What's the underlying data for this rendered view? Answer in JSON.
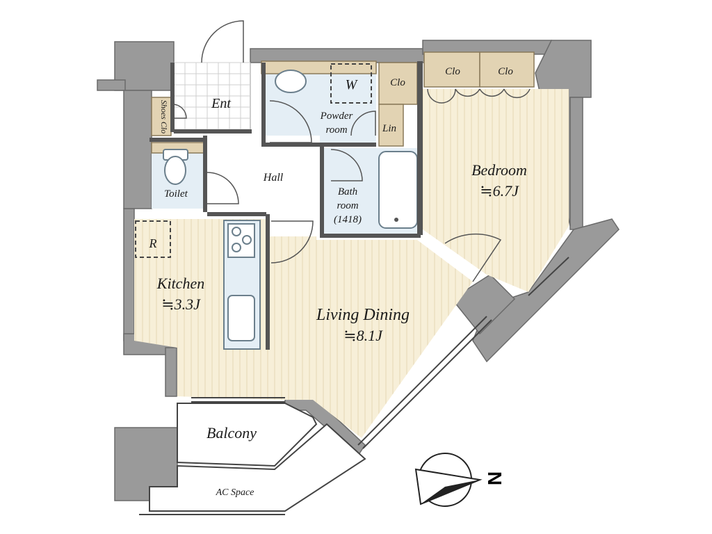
{
  "rooms": {
    "entrance": "Ent",
    "shoes_closet": "Shoes Clo",
    "toilet": "Toilet",
    "hall": "Hall",
    "washer": "W",
    "powder_room": [
      "Powder",
      "room"
    ],
    "linen": "Lin",
    "closet": "Clo",
    "bedroom_closet_1": "Clo",
    "bedroom_closet_2": "Clo",
    "bath_room": [
      "Bath",
      "room",
      "(1418)"
    ],
    "bedroom": "Bedroom",
    "bedroom_size": "≒6.7J",
    "refrigerator": "R",
    "kitchen": "Kitchen",
    "kitchen_size": "≒3.3J",
    "living_dining": "Living Dining",
    "living_dining_size": "≒8.1J",
    "balcony": "Balcony",
    "ac_space": "AC Space",
    "north_marker": "N"
  },
  "colors": {
    "wall": "#9a9a9a",
    "floor": "#f7efd8",
    "wet_area": "#e4eef5",
    "closet": "#e2d3b3"
  }
}
